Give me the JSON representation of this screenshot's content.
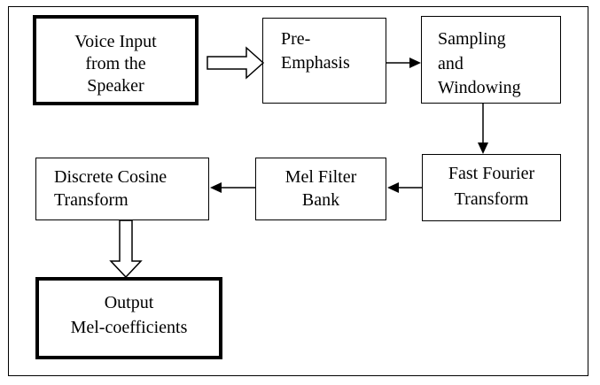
{
  "nodes": {
    "voice_input": [
      "Voice Input",
      "from the",
      "Speaker"
    ],
    "pre_emphasis": [
      "Pre-",
      "Emphasis"
    ],
    "sampling": [
      "Sampling",
      "and",
      "Windowing"
    ],
    "fft": [
      "Fast Fourier",
      "Transform"
    ],
    "mel_filter": [
      "Mel Filter",
      "Bank"
    ],
    "dct": [
      "Discrete Cosine",
      "Transform"
    ],
    "output": [
      "Output",
      "Mel-coefficients"
    ]
  }
}
